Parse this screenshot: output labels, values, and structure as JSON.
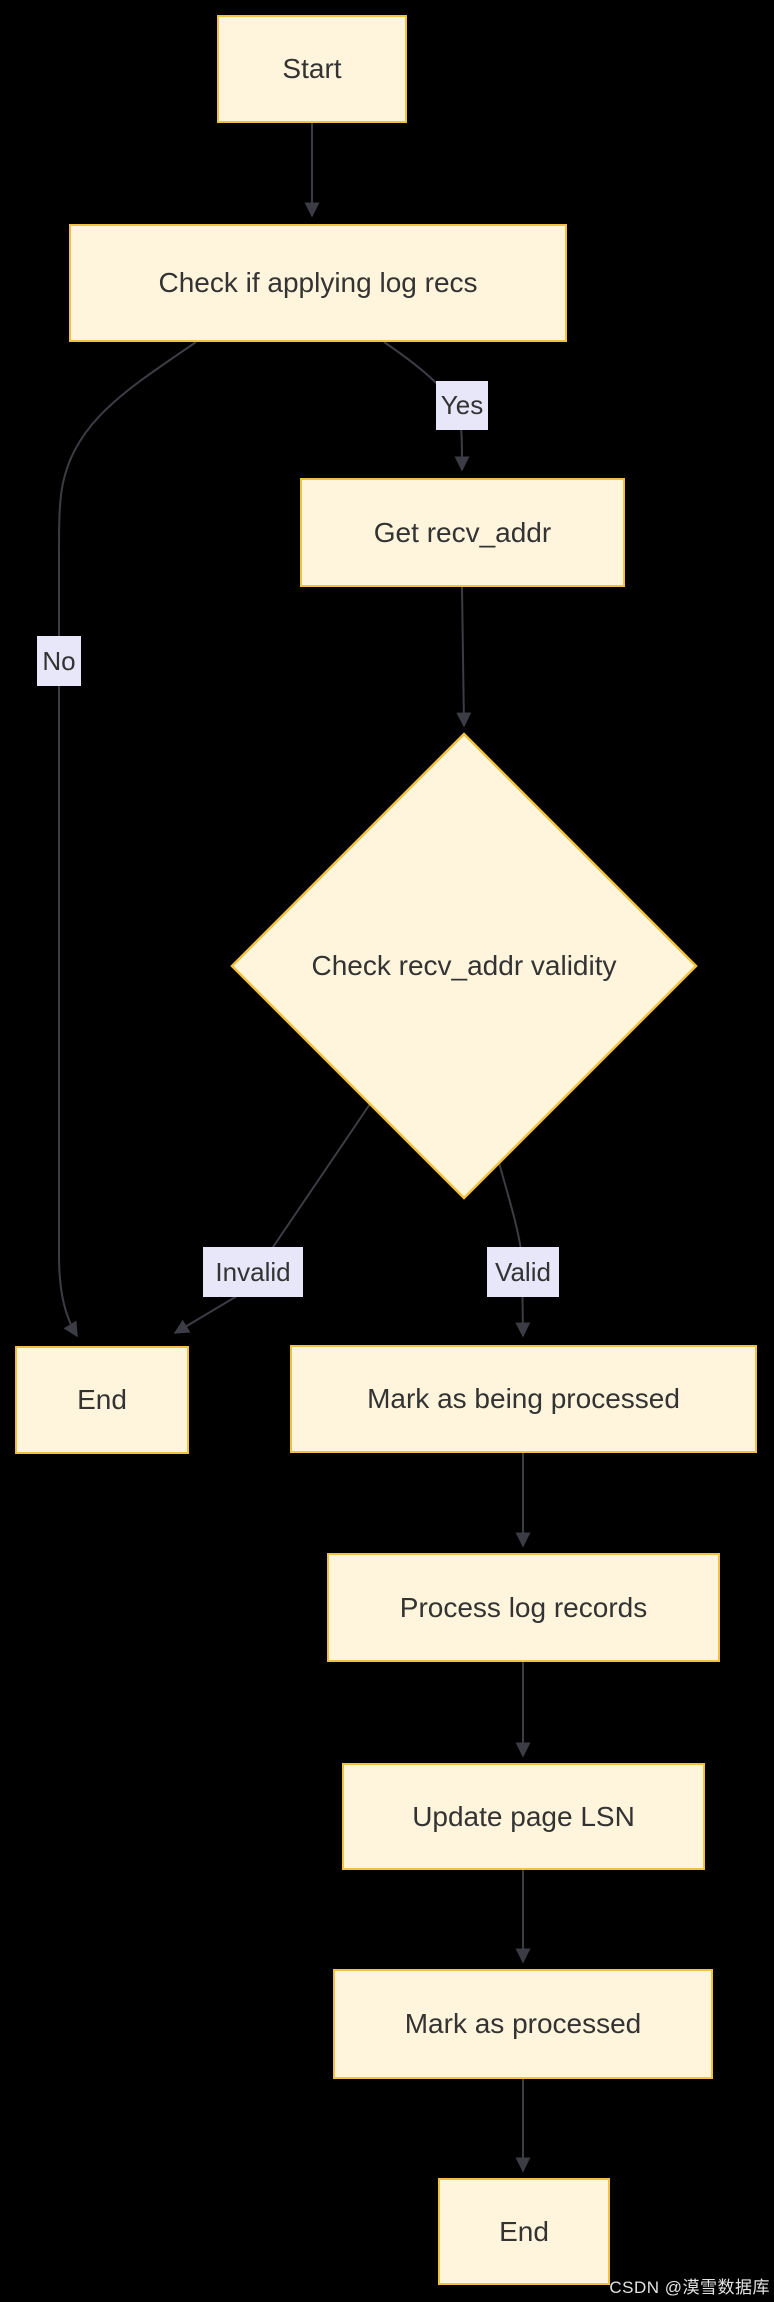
{
  "diagram": {
    "type": "flowchart",
    "colors": {
      "background": "#000000",
      "node_fill": "#fff5dd",
      "node_border": "#f2c23e",
      "node_text": "#333333",
      "edge_stroke": "#3c3c45",
      "edge_label_background": "#e7e7f9",
      "edge_label_text": "#333333"
    },
    "nodes": {
      "start": {
        "label": "Start",
        "shape": "rect"
      },
      "check_applying": {
        "label": "Check if applying log recs",
        "shape": "rect"
      },
      "get_recv_addr": {
        "label": "Get recv_addr",
        "shape": "rect"
      },
      "check_validity": {
        "label": "Check recv_addr validity",
        "shape": "diamond"
      },
      "end_left": {
        "label": "End",
        "shape": "rect"
      },
      "mark_being_processed": {
        "label": "Mark as being processed",
        "shape": "rect"
      },
      "process_log_records": {
        "label": "Process log records",
        "shape": "rect"
      },
      "update_page_lsn": {
        "label": "Update page LSN",
        "shape": "rect"
      },
      "mark_processed": {
        "label": "Mark as processed",
        "shape": "rect"
      },
      "end_bottom": {
        "label": "End",
        "shape": "rect"
      }
    },
    "edge_labels": {
      "yes": "Yes",
      "no": "No",
      "invalid": "Invalid",
      "valid": "Valid"
    },
    "edges": [
      {
        "from": "start",
        "to": "check_applying",
        "label": ""
      },
      {
        "from": "check_applying",
        "to": "get_recv_addr",
        "label": "Yes"
      },
      {
        "from": "check_applying",
        "to": "end_left",
        "label": "No"
      },
      {
        "from": "get_recv_addr",
        "to": "check_validity",
        "label": ""
      },
      {
        "from": "check_validity",
        "to": "end_left",
        "label": "Invalid"
      },
      {
        "from": "check_validity",
        "to": "mark_being_processed",
        "label": "Valid"
      },
      {
        "from": "mark_being_processed",
        "to": "process_log_records",
        "label": ""
      },
      {
        "from": "process_log_records",
        "to": "update_page_lsn",
        "label": ""
      },
      {
        "from": "update_page_lsn",
        "to": "mark_processed",
        "label": ""
      },
      {
        "from": "mark_processed",
        "to": "end_bottom",
        "label": ""
      }
    ]
  },
  "watermark": "CSDN @漠雪数据库"
}
